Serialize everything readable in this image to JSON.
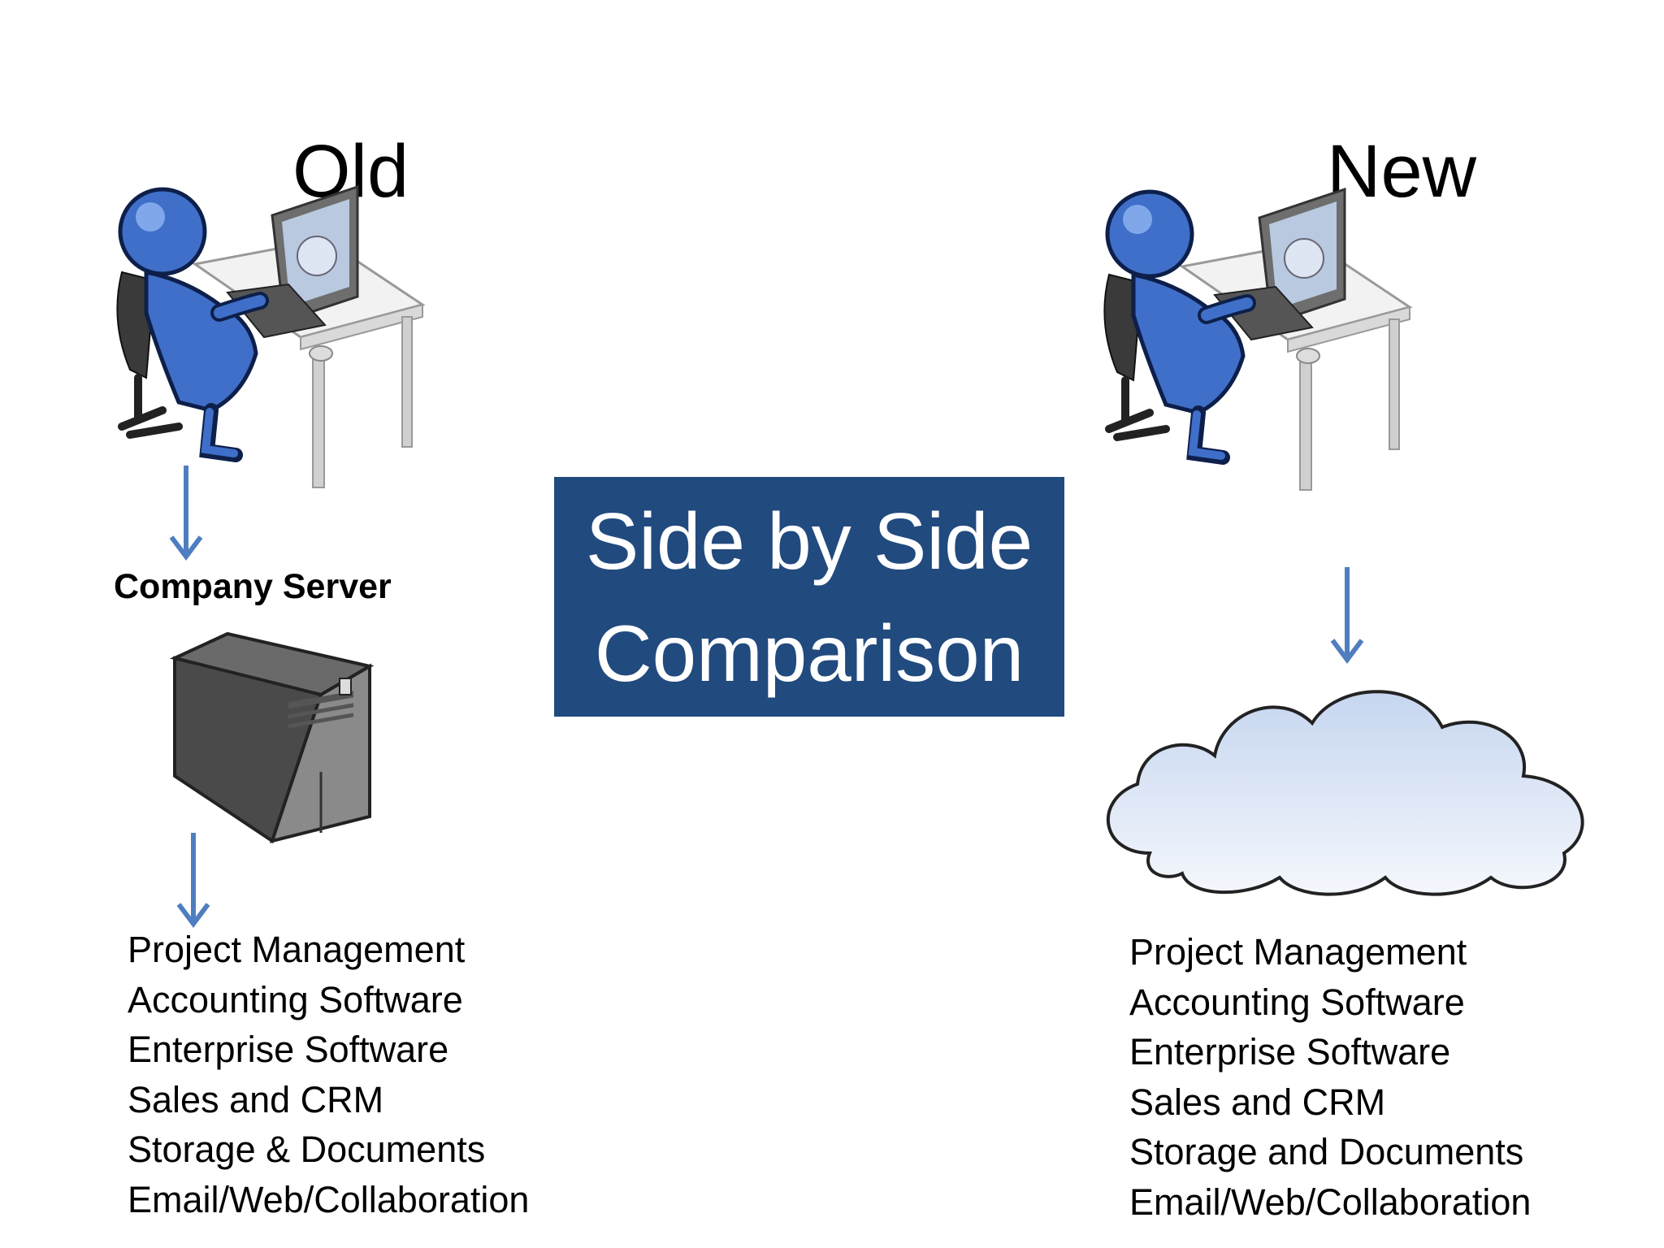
{
  "old": {
    "heading": "Old",
    "server_label": "Company Server",
    "items": [
      "Project Management",
      "Accounting Software",
      "Enterprise Software",
      "Sales and CRM",
      "Storage & Documents",
      "Email/Web/Collaboration"
    ]
  },
  "new": {
    "heading": "New",
    "items": [
      "Project Management",
      "Accounting Software",
      "Enterprise Software",
      "Sales and CRM",
      "Storage and Documents",
      "Email/Web/Collaboration"
    ]
  },
  "title": {
    "line1": "Side by Side",
    "line2": "Comparison"
  },
  "colors": {
    "title_bg": "#214a7e",
    "arrow": "#4f7ec0",
    "figure_blue": "#3f6fc8"
  },
  "icons": [
    "person-at-computer-icon",
    "server-tower-icon",
    "cloud-icon",
    "down-arrow-icon"
  ]
}
